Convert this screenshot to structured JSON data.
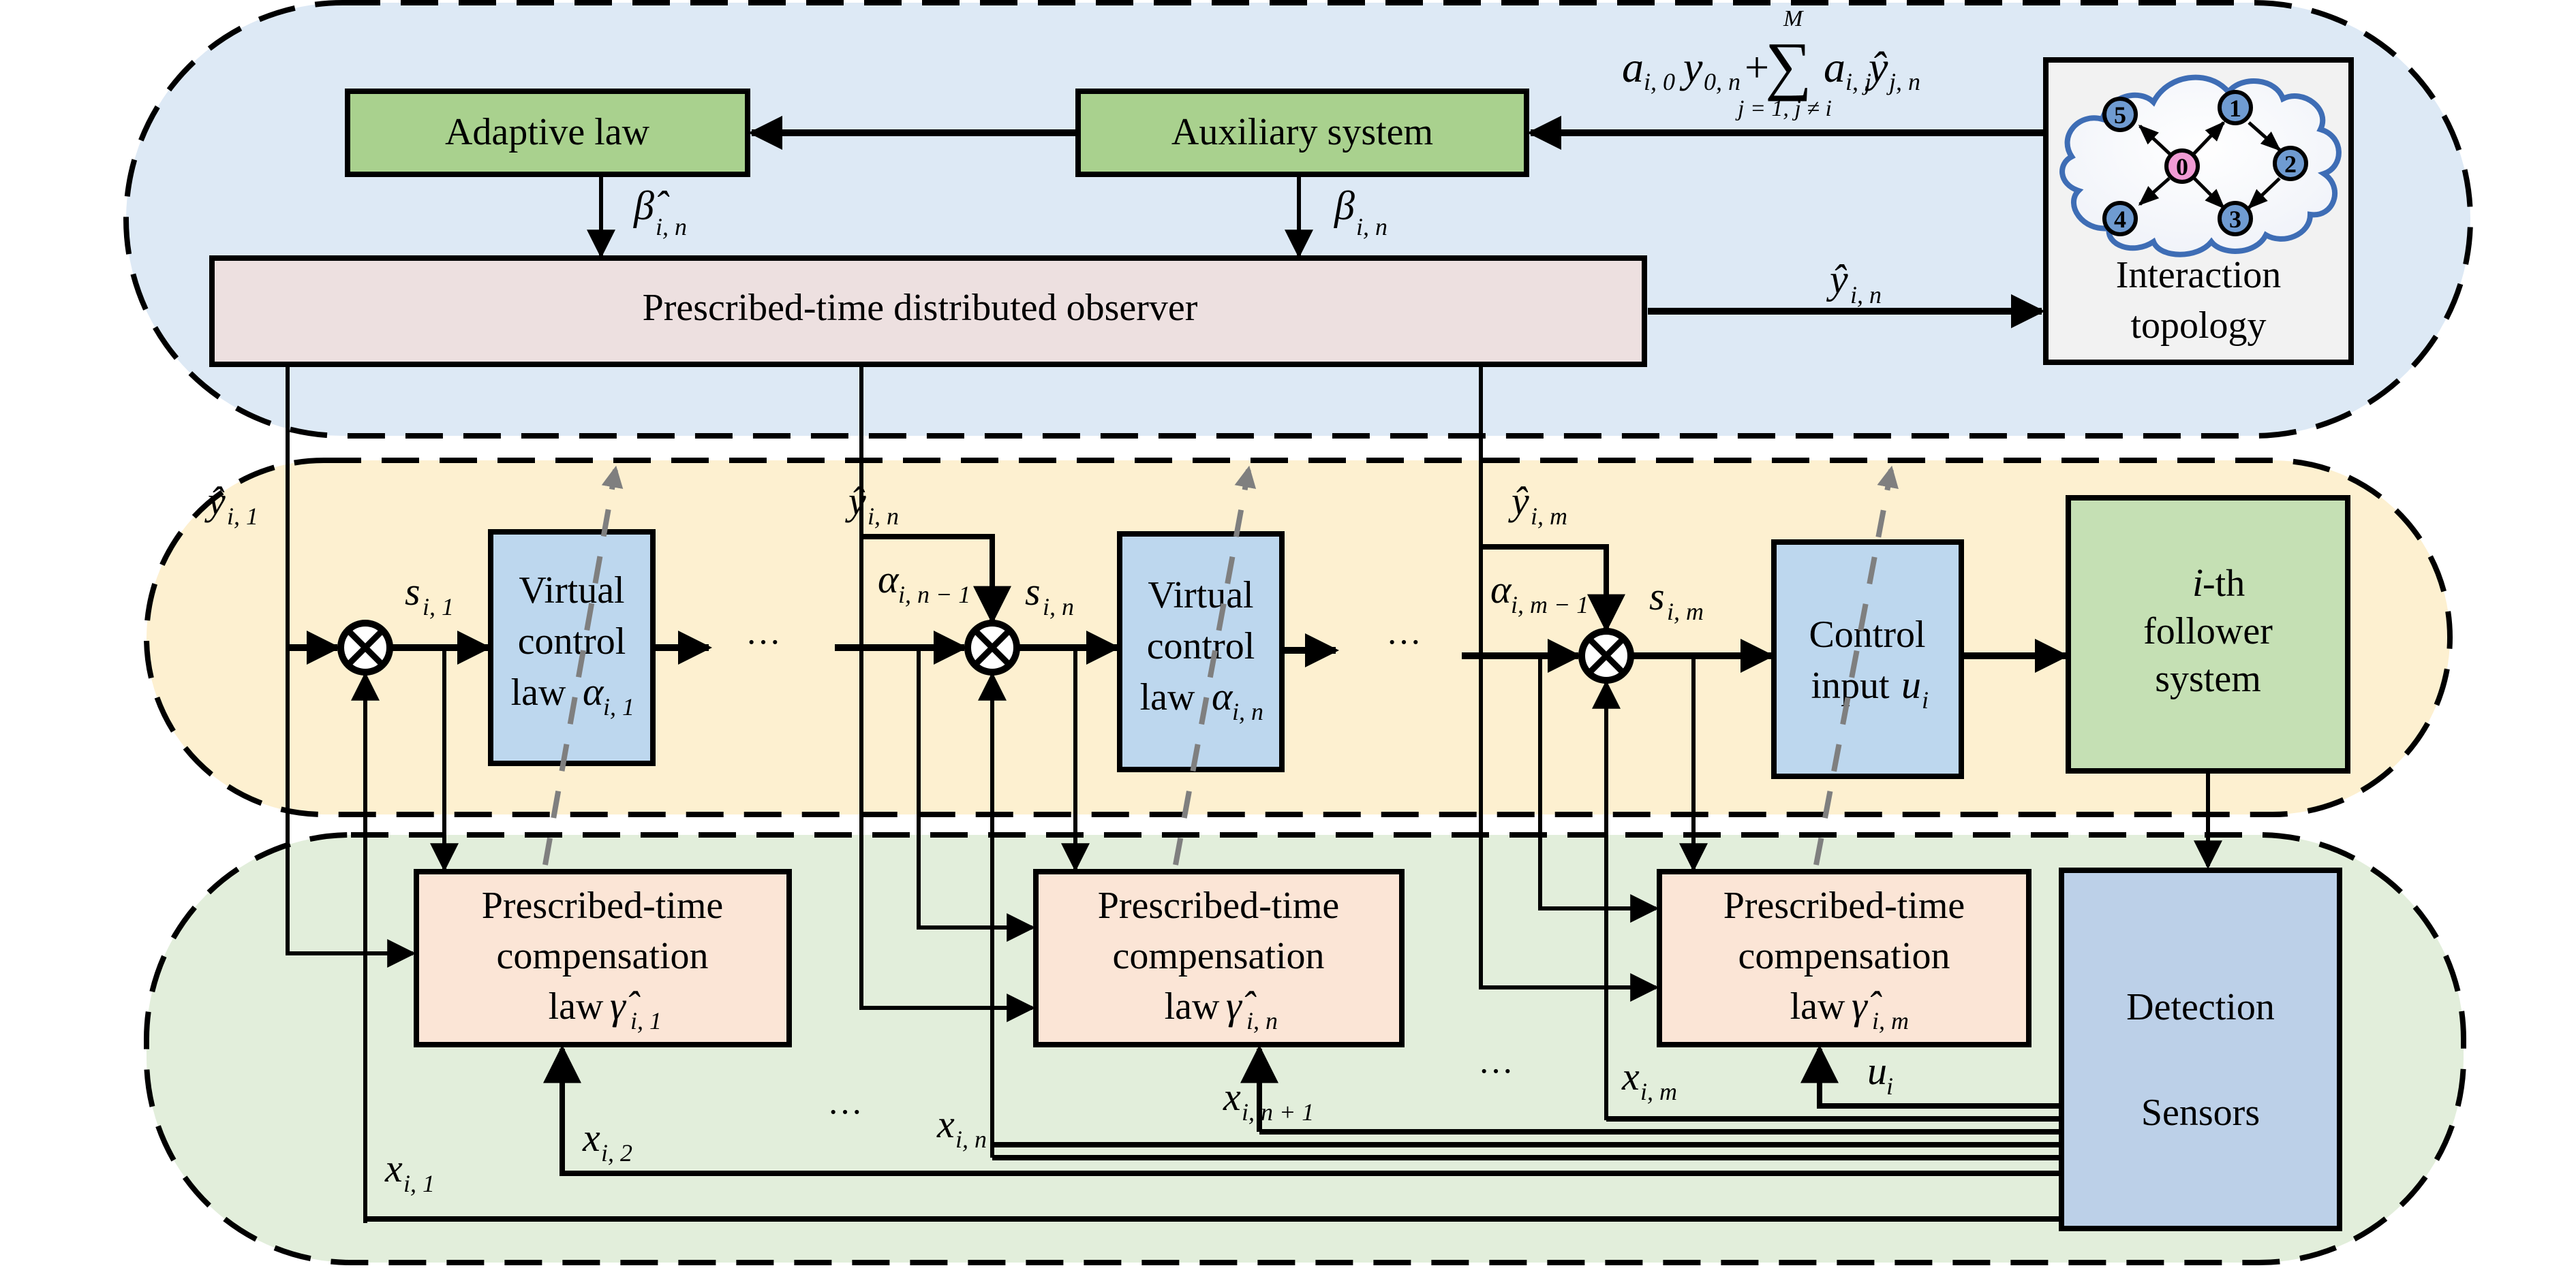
{
  "colors": {
    "top_band": "#dde9f5",
    "middle_band": "#fdf0d0",
    "bottom_band": "#e2eedb",
    "green_box": "#a9d18e",
    "observer_box": "#ede0e0",
    "virtual_box": "#bdd7ee",
    "follower_box": "#c5e0b4",
    "compensation_box": "#fbe5d6",
    "sensor_box": "#bcd0e8",
    "topology_box": "#f2f2f2",
    "node_blue": "#6f9bd1",
    "node_pink": "#f09bd4",
    "cloud_stroke": "#3e6db5",
    "dashed_arrow": "#7f7f7f"
  },
  "top": {
    "adaptive_law": "Adaptive law",
    "auxiliary_system": "Auxiliary system",
    "observer": "Prescribed-time distributed observer",
    "topology_line1": "Interaction",
    "topology_line2": "topology",
    "beta_hat": "β̂",
    "beta": "β",
    "sub_in": "i, n",
    "formula_a": "a",
    "formula_a_sub": "i, 0",
    "formula_y": "y",
    "formula_y_sub": "0, n",
    "formula_plus": "+",
    "formula_sum": "∑",
    "formula_sum_top": "M",
    "formula_sum_bottom": "j = 1, j ≠ i",
    "formula_aij_sub": "i, j",
    "formula_yhat": "ŷ",
    "formula_yhat_sub": "j, n",
    "yhat_out": "ŷ",
    "yhat_out_sub": "i, n",
    "nodes": [
      "0",
      "1",
      "2",
      "3",
      "4",
      "5"
    ]
  },
  "middle": {
    "yhat": "ŷ",
    "yhat1_sub": "i, 1",
    "yhatn_sub": "i, n",
    "yhatm_sub": "i, m",
    "s": "s",
    "s1_sub": "i, 1",
    "sn_sub": "i, n",
    "sm_sub": "i, m",
    "alpha": "α",
    "alpha_n1_sub": "i, n − 1",
    "alpha_m1_sub": "i, m − 1",
    "virtual1_line1": "Virtual",
    "virtual1_line2": "control",
    "virtual1_line3": "law",
    "virtual1_sub": "i, 1",
    "virtualn_sub": "i, n",
    "control_line1": "Control",
    "control_line2": "input",
    "control_u": "u",
    "control_u_sub": "i",
    "follower_line1_i": "i",
    "follower_line1": "-th",
    "follower_line2": "follower",
    "follower_line3": "system",
    "ellipsis": "···"
  },
  "bottom": {
    "comp_line1": "Prescribed-time",
    "comp_line2": "compensation",
    "comp_line3": "law",
    "gamma_hat": "γ̂",
    "gamma1_sub": "i, 1",
    "gamman_sub": "i, n",
    "gammam_sub": "i, m",
    "x": "x",
    "x1_sub": "i, 1",
    "x2_sub": "i, 2",
    "xn_sub": "i, n",
    "xn1_sub": "i, n + 1",
    "xm_sub": "i, m",
    "u": "u",
    "u_sub": "i",
    "sensors_line1": "Detection",
    "sensors_line2": "Sensors",
    "ellipsis": "···"
  }
}
